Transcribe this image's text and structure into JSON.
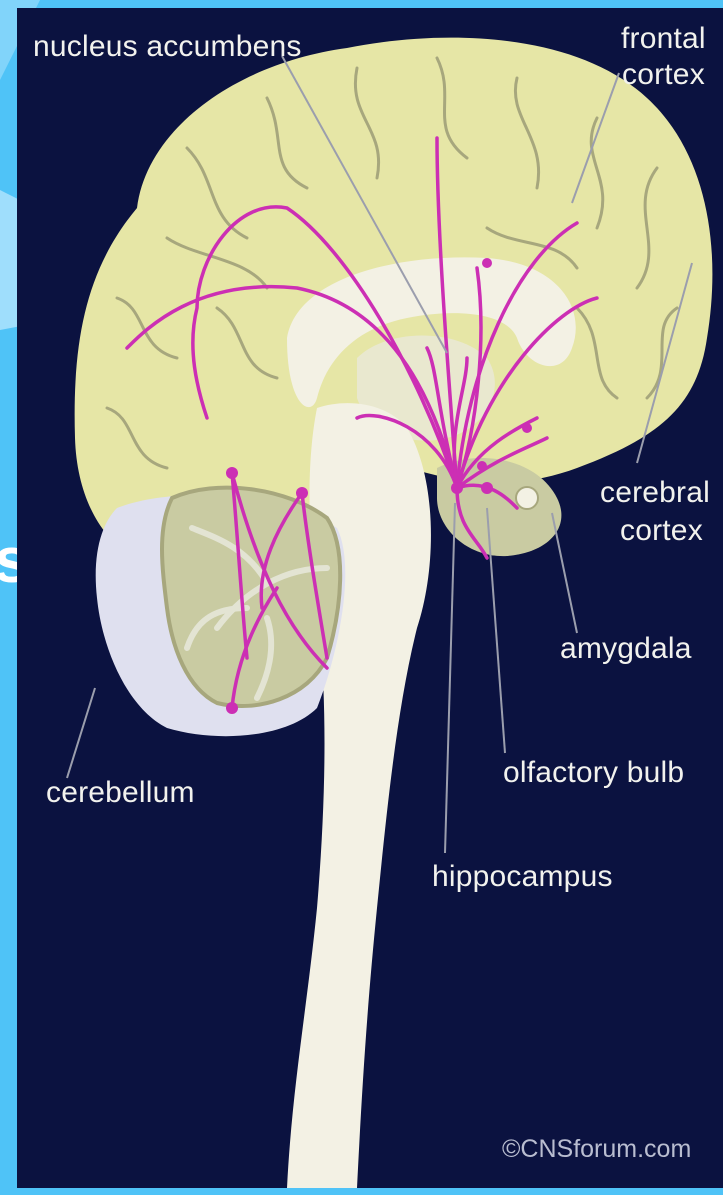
{
  "figure": {
    "labels": {
      "nucleus_accumbens": "nucleus accumbens",
      "frontal_cortex_line1": "frontal",
      "frontal_cortex_line2": "cortex",
      "cerebral_cortex_line1": "cerebral",
      "cerebral_cortex_line2": "cortex",
      "amygdala": "amygdala",
      "cerebellum": "cerebellum",
      "olfactory_bulb": "olfactory bulb",
      "hippocampus": "hippocampus"
    },
    "credit": "©CNSforum.com"
  },
  "slide": {
    "partial_character": "s"
  },
  "colors": {
    "slide_background": "#4fc3f7",
    "panel_background": "#0b1240",
    "cortex": "#e6e6a6",
    "gyri_lines": "#a7a77d",
    "brainstem": "#f3f1e4",
    "cerebellum": "#c9cba2",
    "pathways": "#cc2fb4",
    "leader_lines": "#9b9ead"
  }
}
